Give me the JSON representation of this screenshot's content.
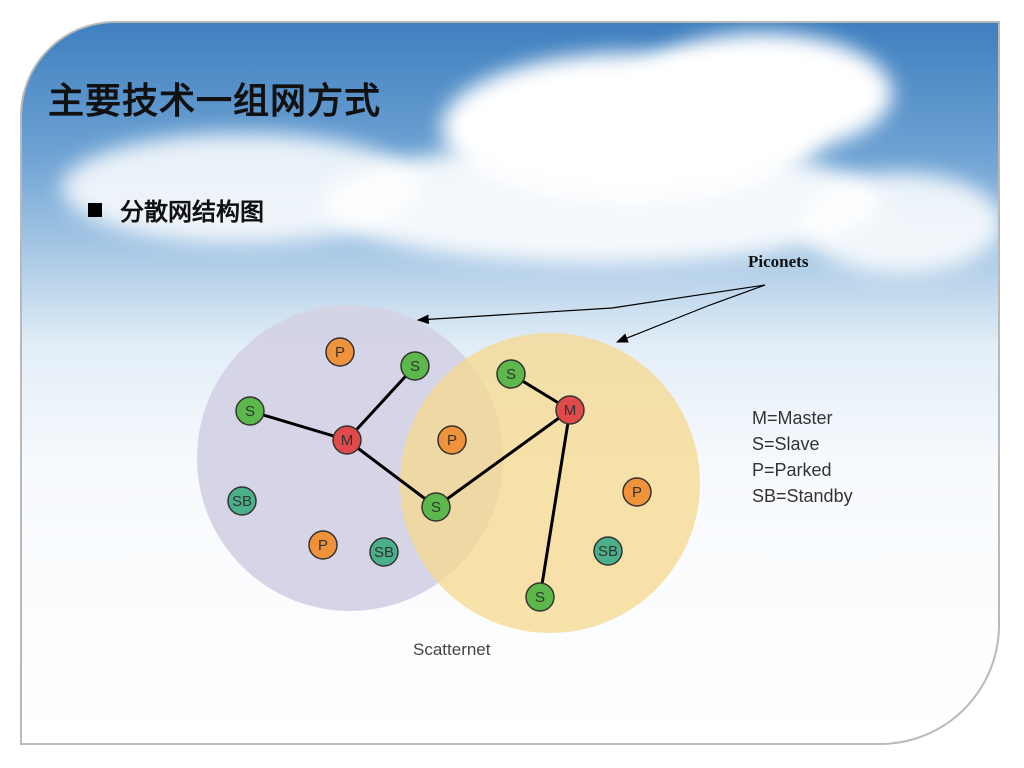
{
  "slide": {
    "title": "主要技术一组网方式",
    "bullet": "分散网结构图"
  },
  "diagram": {
    "piconets_label": "Piconets",
    "scatternet_label": "Scatternet",
    "colors": {
      "left_piconet": "#d4d3e6",
      "right_piconet": "#f5d88c",
      "master": "#e04a4a",
      "slave": "#5cb84a",
      "parked": "#f0923a",
      "standby": "#4bb08a",
      "link": "#000000"
    },
    "nodes": [
      {
        "label": "P"
      },
      {
        "label": "S"
      },
      {
        "label": "S"
      },
      {
        "label": "M"
      },
      {
        "label": "P"
      },
      {
        "label": "SB"
      },
      {
        "label": "P"
      },
      {
        "label": "SB"
      },
      {
        "label": "S"
      },
      {
        "label": "S"
      },
      {
        "label": "M"
      },
      {
        "label": "P"
      },
      {
        "label": "SB"
      },
      {
        "label": "S"
      }
    ],
    "legend": [
      "M=Master",
      "S=Slave",
      "P=Parked",
      "SB=Standby"
    ]
  }
}
